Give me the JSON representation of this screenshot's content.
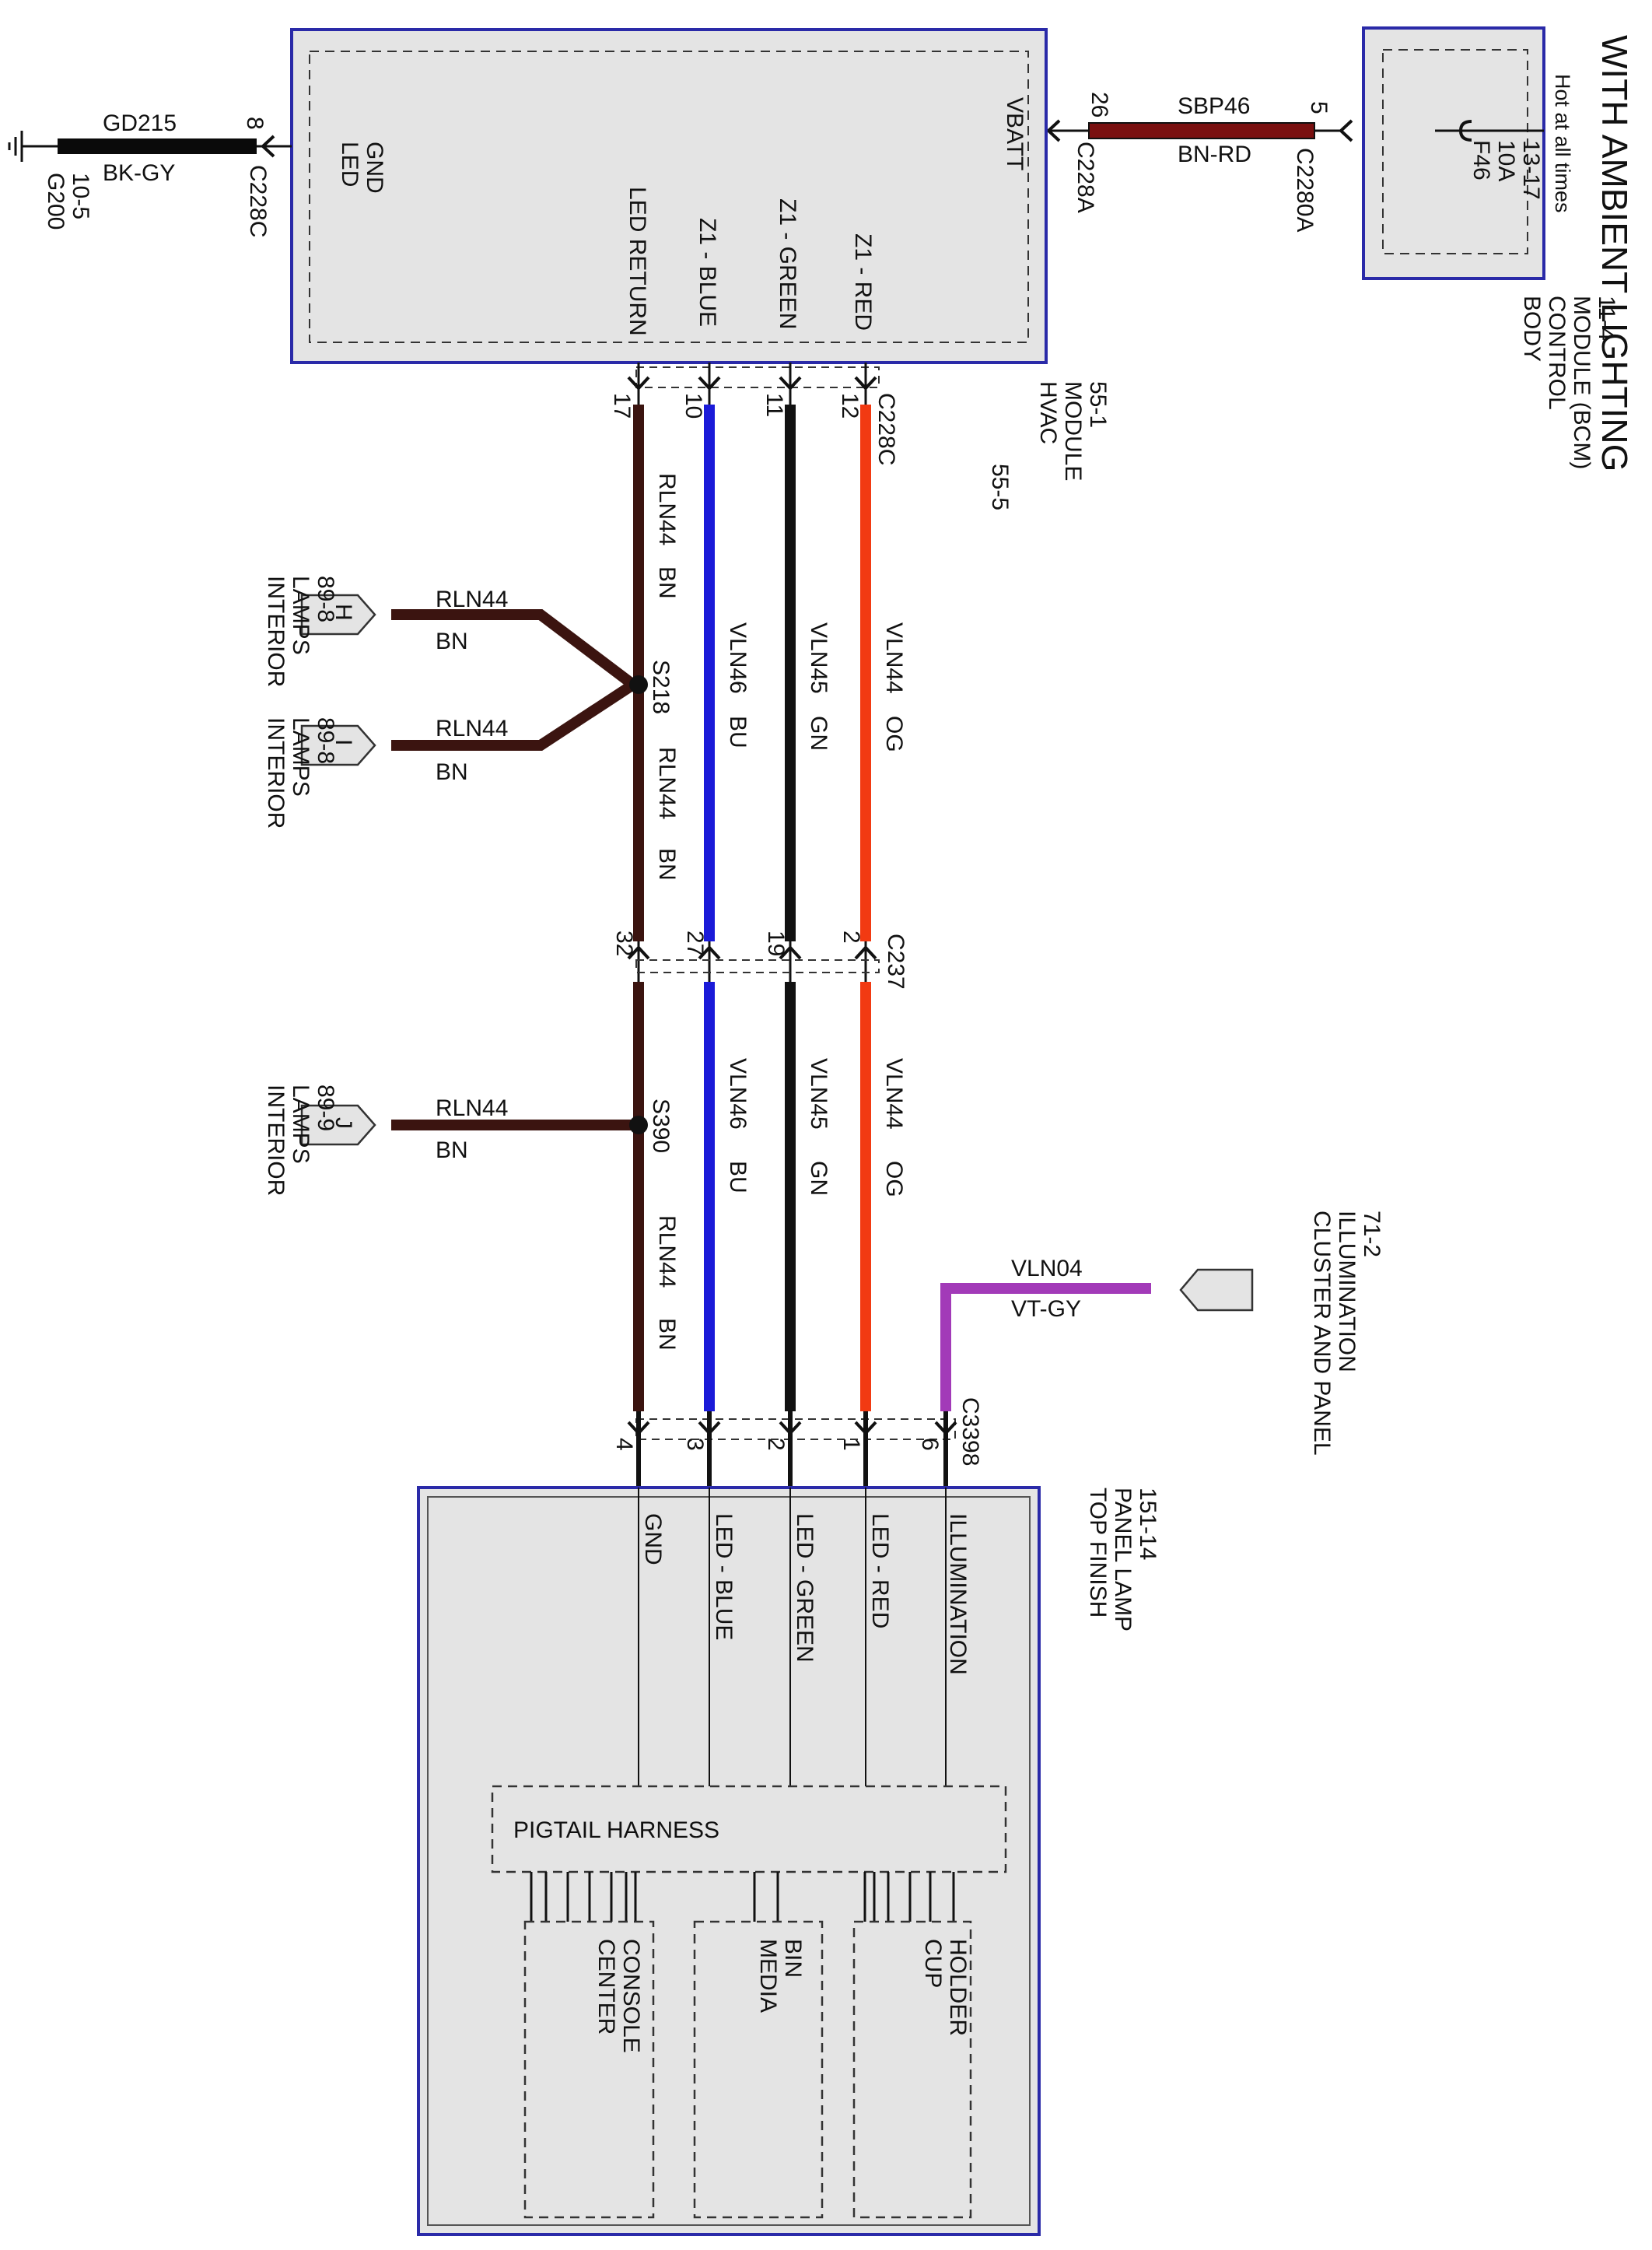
{
  "title": "WITH AMBIENT LIGHTING",
  "hot_note": "Hot at all times",
  "colors": {
    "module_fill": "#e4e4e4",
    "module_border": "#2a2aa8",
    "wire_brown": "#3b1410",
    "wire_blue": "#1a1ad8",
    "wire_green": "#111111",
    "wire_orange": "#f23a12",
    "wire_violet": "#a23ab8",
    "wire_bn_rd": "#7a1010",
    "wire_black": "#0a0a0a"
  },
  "bcm": {
    "name_lines": [
      "BODY",
      "CONTROL",
      "MODULE (BCM)",
      "11-4"
    ],
    "fuse_lines": [
      "F46",
      "10A",
      "13-17"
    ]
  },
  "bcm_connector": {
    "name": "C2280A",
    "pin": "5"
  },
  "supply_wire": {
    "circuit": "SBP46",
    "color": "BN-RD"
  },
  "hvac": {
    "name_lines": [
      "HVAC",
      "MODULE",
      "55-1",
      "55-5"
    ],
    "vbatt": "VBATT",
    "vbatt_connector": "C228A",
    "vbatt_pin": "26",
    "led_gnd_lines": [
      "LED",
      "GND"
    ],
    "gnd_connector": "C228C",
    "gnd_pin": "8",
    "outputs": [
      "Z1 - RED",
      "Z1 - GREEN",
      "Z1 - BLUE",
      "LED RETURN"
    ],
    "out_connector": "C228C",
    "out_pins": [
      "12",
      "11",
      "10",
      "17"
    ]
  },
  "ground": {
    "circuit": "GD215",
    "color": "BK-GY",
    "name": "G200",
    "ref": "10-5"
  },
  "wires_upper": [
    {
      "circuit": "VLN44",
      "color": "OG"
    },
    {
      "circuit": "VLN45",
      "color": "GN"
    },
    {
      "circuit": "VLN46",
      "color": "BU"
    },
    {
      "circuit": "RLN44",
      "color": "BN"
    }
  ],
  "splice_s218": "S218",
  "rln44_lower_label": {
    "circuit": "RLN44",
    "color": "BN"
  },
  "branch_h": {
    "letter": "H",
    "circuit": "RLN44",
    "color": "BN",
    "dest_lines": [
      "INTERIOR",
      "LAMPS",
      "89-8"
    ]
  },
  "branch_i": {
    "letter": "I",
    "circuit": "RLN44",
    "color": "BN",
    "dest_lines": [
      "INTERIOR",
      "LAMPS",
      "89-8"
    ]
  },
  "c237": {
    "name": "C237",
    "pins": [
      "2",
      "19",
      "27",
      "32"
    ]
  },
  "wires_mid": [
    {
      "circuit": "VLN44",
      "color": "OG"
    },
    {
      "circuit": "VLN45",
      "color": "GN"
    },
    {
      "circuit": "VLN46",
      "color": "BU"
    },
    {
      "circuit": "RLN44",
      "color": "BN"
    }
  ],
  "splice_s390": "S390",
  "rln44_bottom_label": {
    "circuit": "RLN44",
    "color": "BN"
  },
  "branch_j": {
    "letter": "J",
    "circuit": "RLN44",
    "color": "BN",
    "dest_lines": [
      "INTERIOR",
      "LAMPS",
      "89-9"
    ]
  },
  "cluster": {
    "dest_lines": [
      "CLUSTER AND PANEL",
      "ILLUMINATION",
      "71-2"
    ],
    "circuit": "VLN04",
    "color": "VT-GY"
  },
  "c3398": {
    "name": "C3398",
    "pins": [
      "6",
      "1",
      "2",
      "3",
      "4"
    ]
  },
  "lamp": {
    "name_lines": [
      "TOP FINISH",
      "PANEL LAMP",
      "151-14"
    ],
    "inputs": [
      "ILLUMINATION",
      "LED - RED",
      "LED - GREEN",
      "LED - BLUE",
      "GND"
    ],
    "harness": "PIGTAIL HARNESS",
    "sub_cup": [
      "CUP",
      "HOLDER"
    ],
    "sub_media": [
      "MEDIA",
      "BIN"
    ],
    "sub_console": [
      "CENTER",
      "CONSOLE"
    ]
  }
}
